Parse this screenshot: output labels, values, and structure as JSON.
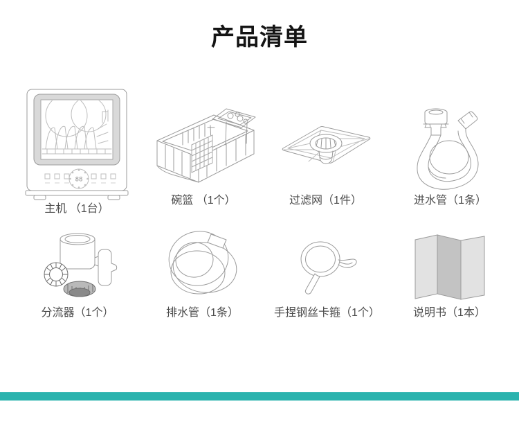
{
  "title": "产品清单",
  "items": [
    {
      "label": "主机 （1台）",
      "icon": "dishwasher-illustration"
    },
    {
      "label": "碗篮 （1个）",
      "icon": "dish-basket-illustration"
    },
    {
      "label": "过滤网（1件）",
      "icon": "filter-mesh-illustration"
    },
    {
      "label": "进水管（1条）",
      "icon": "inlet-hose-illustration"
    },
    {
      "label": "分流器（1个）",
      "icon": "water-diverter-illustration"
    },
    {
      "label": "排水管（1条）",
      "icon": "drain-hose-illustration"
    },
    {
      "label": "手捏钢丝卡箍（1个）",
      "icon": "wire-clamp-illustration"
    },
    {
      "label": "说明书（1本）",
      "icon": "manual-booklet-illustration"
    }
  ],
  "display_panel_text": "88",
  "footer": {
    "accent_bar_color": "#2BB3AE"
  }
}
